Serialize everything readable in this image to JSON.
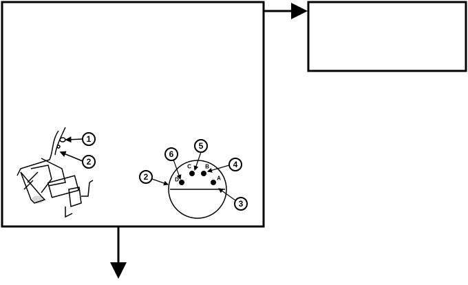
{
  "callouts_left": [
    "1",
    "2"
  ],
  "callouts_right": [
    "6",
    "5",
    "4",
    "2",
    "3"
  ],
  "pin_labels": [
    "D",
    "C",
    "B",
    "A"
  ],
  "colors": {
    "ink": "#000000",
    "paper": "#ffffff"
  }
}
